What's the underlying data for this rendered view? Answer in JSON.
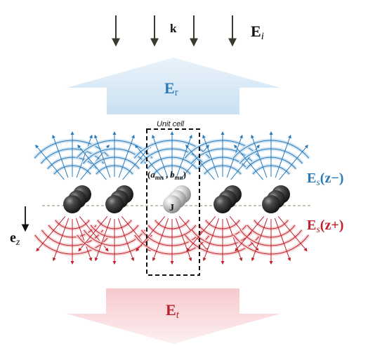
{
  "labels": {
    "k": "k",
    "E_i_base": "E",
    "E_i_sub": "i",
    "E_r_base": "E",
    "E_r_sub": "r",
    "unit_cell": "Unit cell",
    "coef_a_base": "a",
    "coef_a_sub": "mn",
    "coef_b_base": "b",
    "coef_b_sub": "mn",
    "coef_open": "(",
    "coef_sep": ",",
    "coef_close": ")",
    "J": "J",
    "E_s_minus_base": "E",
    "E_s_minus_sub": "s",
    "E_s_minus_arg": "(z−)",
    "E_s_plus_base": "E",
    "E_s_plus_sub": "s",
    "E_s_plus_arg": "(z+)",
    "e_z_base": "e",
    "e_z_sub": "z",
    "E_t_base": "E",
    "E_t_sub": "t"
  },
  "colors": {
    "blue": "#2a7ab8",
    "blue_light": "#cfe3f3",
    "red": "#c0202a",
    "red_light": "#f7d4d6",
    "dark": "#3a3a2c"
  }
}
